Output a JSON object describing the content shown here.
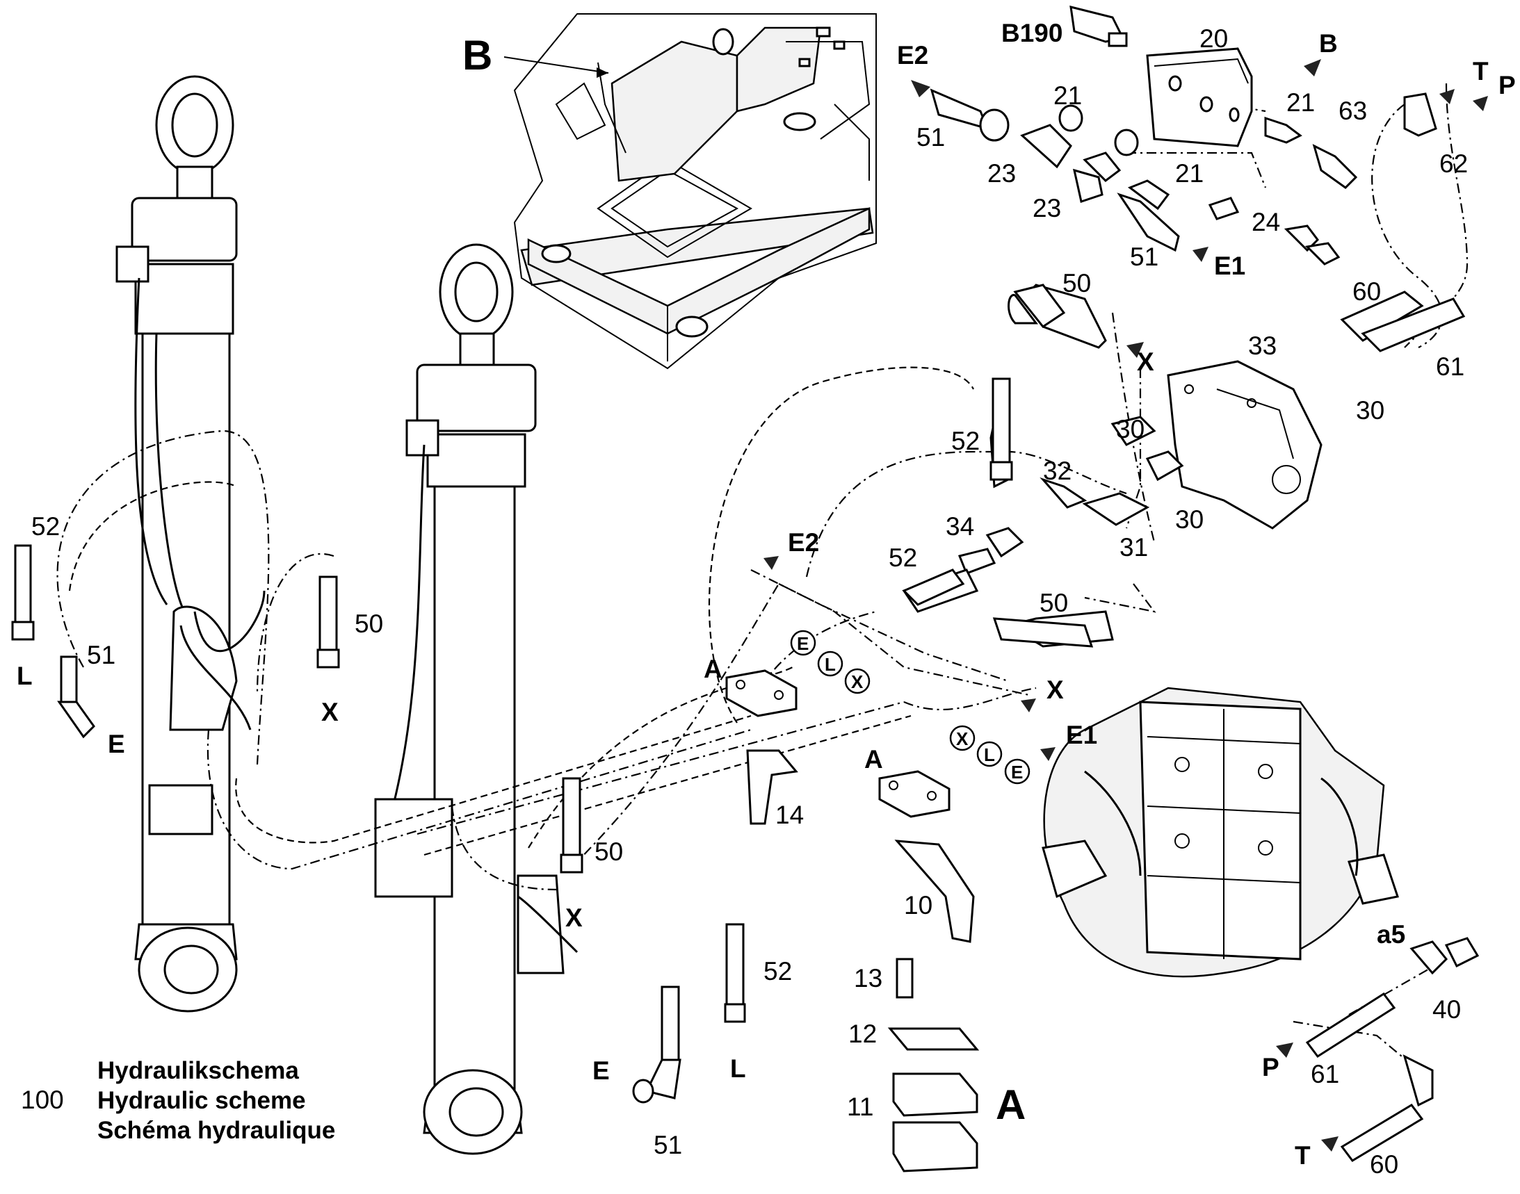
{
  "legend": {
    "number": "100",
    "line_de": "Hydraulikschema",
    "line_en": "Hydraulic scheme",
    "line_fr": "Schéma hydraulique"
  },
  "view_labels": {
    "detail_b": "B",
    "detail_a": "A",
    "clamp_left": "A",
    "clamp_right": "A"
  },
  "ports": {
    "sensor": "B190",
    "e2_top": "E2",
    "b_arrow": "B",
    "t_top": "T",
    "p_top": "P",
    "e1_top": "E1",
    "x_upper": "X",
    "e2_mid": "E2",
    "x_mid": "X",
    "e1_mid": "E1",
    "p_bottom": "P",
    "t_bottom": "T",
    "l_left": "L",
    "e_left": "E",
    "x_left": "X",
    "x_center": "X",
    "e_center": "E",
    "l_center": "L",
    "a5": "a5"
  },
  "circled": {
    "e_upper": "E",
    "l_upper": "L",
    "x_upper": "X",
    "x_lower": "X",
    "l_lower": "L",
    "e_lower": "E"
  },
  "part_numbers": {
    "p20": "20",
    "p21a": "21",
    "p21b": "21",
    "p21c": "21",
    "p23a": "23",
    "p23b": "23",
    "p51a": "51",
    "p51b": "51",
    "p24": "24",
    "p63": "63",
    "p62": "62",
    "p50a": "50",
    "p60a": "60",
    "p61a": "61",
    "p33": "33",
    "p30a": "30",
    "p30b": "30",
    "p30c": "30",
    "p52a": "52",
    "p32": "32",
    "p34": "34",
    "p31": "31",
    "p52b": "52",
    "p50b": "50",
    "p52c": "52",
    "p51c": "51",
    "p50c": "50",
    "p14": "14",
    "p10": "10",
    "p13": "13",
    "p12": "12",
    "p11": "11",
    "p50d": "50",
    "p52d": "52",
    "p51d": "51",
    "p40": "40",
    "p61b": "61",
    "p60b": "60"
  }
}
